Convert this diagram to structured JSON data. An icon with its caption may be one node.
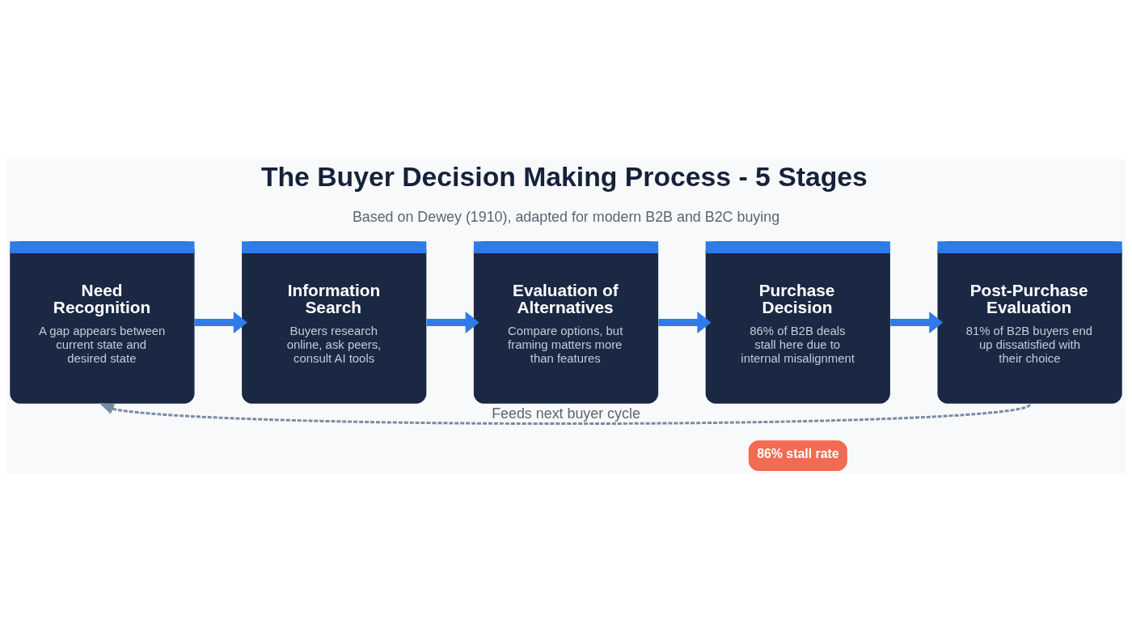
{
  "diagram": {
    "title": "The Buyer Decision Making Process - 5 Stages",
    "nodes": [
      {
        "text": [
          "Need Recognition",
          "A gap appears between current state and desired state"
        ]
      },
      {
        "text": [
          "Information Search",
          "Buyers research online, ask peers, consult AI tools"
        ]
      },
      {
        "text": [
          "Evaluation of Alternatives",
          "Compare options, but framing matters more than features"
        ]
      },
      {
        "text": [
          "Purchase Decision",
          "86% of B2B deals stall here due to internal misalignment"
        ]
      },
      {
        "text": [
          "Post-Purchase Evaluation",
          "81% of B2B buyers end up dissatisfied with their choice"
        ]
      },
      {
        "text": [
          "86% stall rate"
        ]
      }
    ],
    "edges": [
      {
        "from": 0,
        "to": 1,
        "arrow": "to"
      },
      {
        "from": 1,
        "to": 2,
        "arrow": "to"
      },
      {
        "from": 2,
        "to": 3,
        "arrow": "to"
      },
      {
        "from": 3,
        "to": 4,
        "arrow": "to"
      },
      {
        "from": 4,
        "to": 0,
        "arrow": "to",
        "label": "Feeds next buyer cycle",
        "style": "dashed",
        "color": "#7a8aa3"
      }
    ],
    "labels": [
      "Based on Dewey (1910), adapted for modern B2B and B2C buying"
    ]
  }
}
